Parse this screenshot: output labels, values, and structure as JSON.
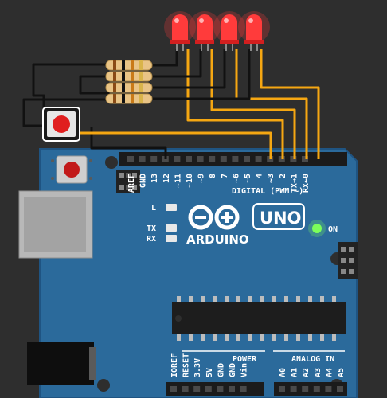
{
  "board": {
    "model": "UNO",
    "brand": "ARDUINO",
    "on_label": "ON",
    "led_labels": [
      "L",
      "TX",
      "RX"
    ],
    "digital_header_label": "DIGITAL (PWM ~)",
    "power_header_label": "POWER",
    "analog_header_label": "ANALOG IN",
    "digital_pins": [
      "AREF",
      "GND",
      "13",
      "12",
      "~11",
      "~10",
      "~9",
      "8",
      "7",
      "~6",
      "~5",
      "4",
      "~3",
      "2",
      "TX→1",
      "RX←0"
    ],
    "power_pins": [
      "IOREF",
      "RESET",
      "3.3V",
      "5V",
      "GND",
      "GND",
      "Vin"
    ],
    "analog_pins": [
      "A0",
      "A1",
      "A2",
      "A3",
      "A4",
      "A5"
    ]
  },
  "components": {
    "leds": {
      "count": 4,
      "color": "#ff3b3b"
    },
    "resistors": {
      "count": 4
    },
    "pushbutton": {
      "cap_color": "#e01e1e"
    }
  },
  "colors": {
    "background": "#2e2e2e",
    "board": "#2b6a9b",
    "wire_signal": "#f5a712",
    "wire_ground": "#111111",
    "on_led": "#7cff5a"
  }
}
